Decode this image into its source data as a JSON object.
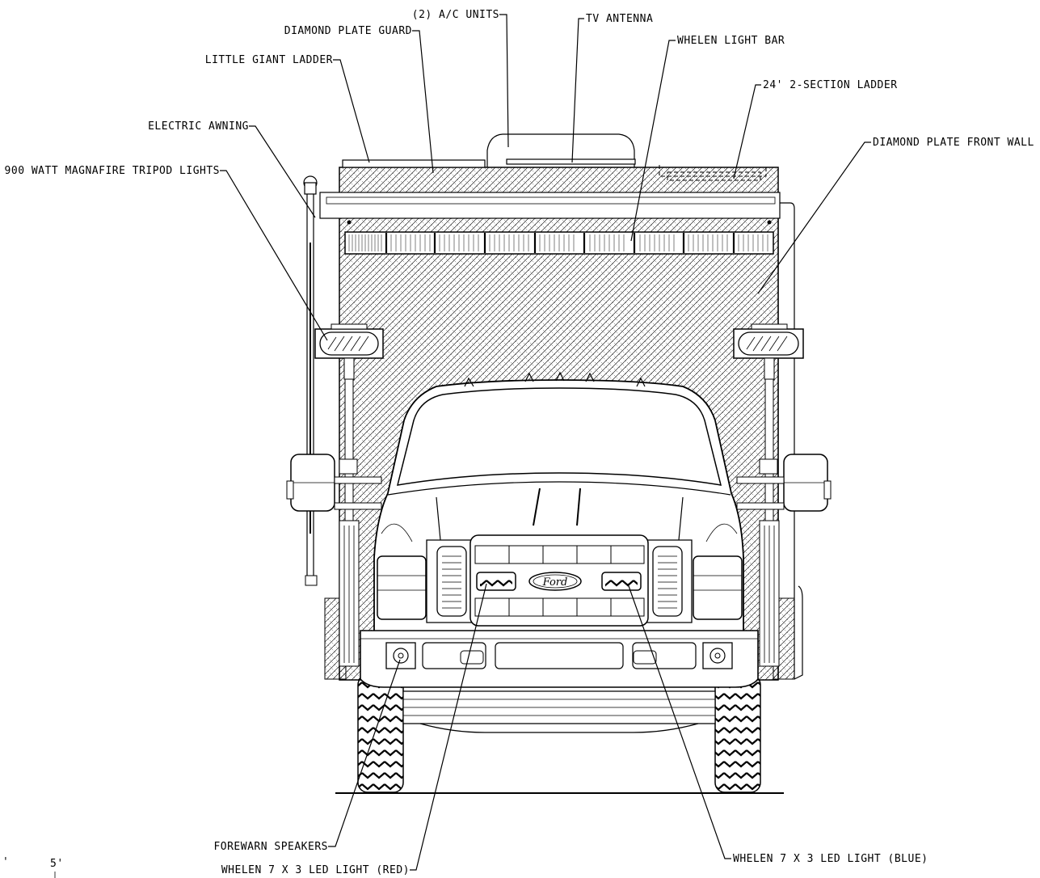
{
  "labels": {
    "ac_units": "(2) A/C UNITS",
    "tv_antenna": "TV ANTENNA",
    "diamond_plate_guard": "DIAMOND PLATE GUARD",
    "whelen_light_bar": "WHELEN LIGHT BAR",
    "little_giant_ladder": "LITTLE GIANT LADDER",
    "two_section_ladder": "24' 2-SECTION LADDER",
    "electric_awning": "ELECTRIC AWNING",
    "diamond_plate_front_wall": "DIAMOND PLATE FRONT WALL",
    "tripod_lights": "900 WATT MAGNAFIRE TRIPOD LIGHTS",
    "forewarn_speakers": "FOREWARN SPEAKERS",
    "led_red": "WHELEN 7 X 3 LED LIGHT (RED)",
    "led_blue": "WHELEN 7 X 3 LED LIGHT (BLUE)"
  },
  "emblem": "Ford",
  "scale": {
    "left_mark": "'",
    "right_mark": "5'"
  }
}
